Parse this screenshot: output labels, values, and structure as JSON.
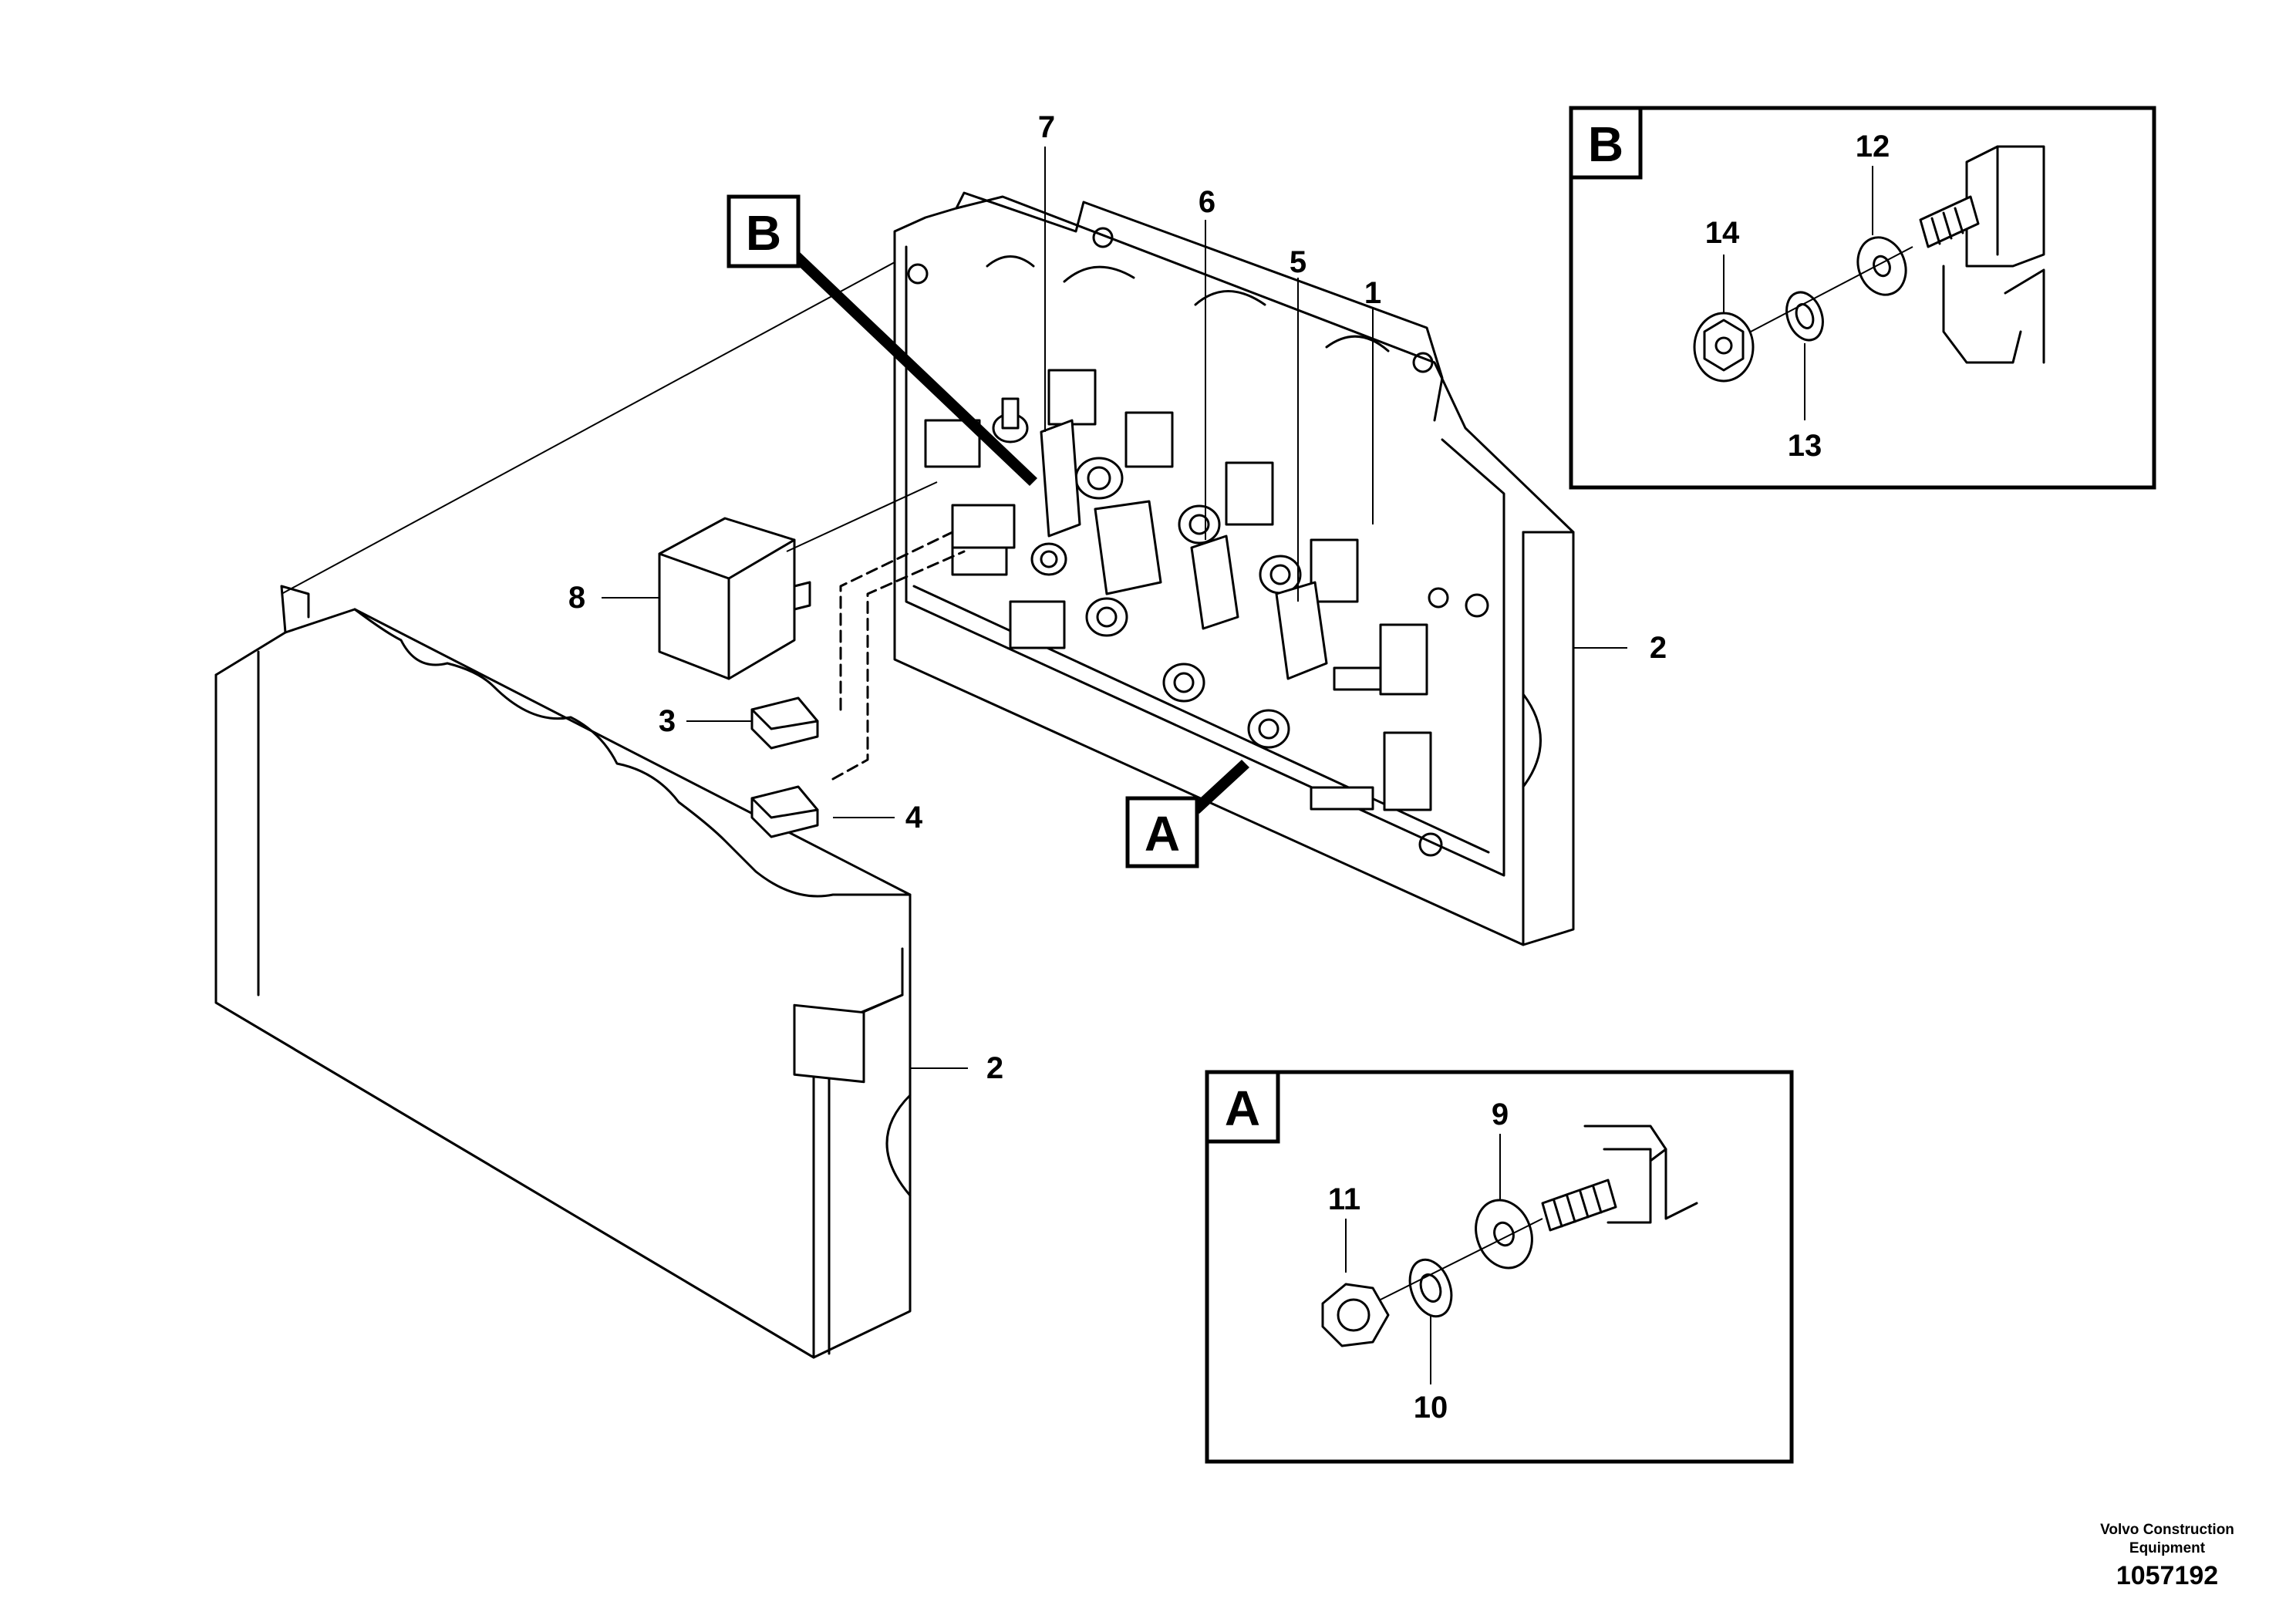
{
  "title": "",
  "callouts": {
    "part_1": "1",
    "part_2_right": "2",
    "part_2_bottom": "2",
    "part_3": "3",
    "part_4": "4",
    "part_5": "5",
    "part_6": "6",
    "part_7": "7",
    "part_8": "8",
    "part_9": "9",
    "part_10": "10",
    "part_11": "11",
    "part_12": "12",
    "part_13": "13",
    "part_14": "14"
  },
  "detail_refs": {
    "ref_b_main": "B",
    "ref_a_main": "A",
    "detail_b_label": "B",
    "detail_a_label": "A"
  },
  "footer": {
    "company": "Volvo Construction Equipment",
    "drawing_number": "1057192"
  }
}
